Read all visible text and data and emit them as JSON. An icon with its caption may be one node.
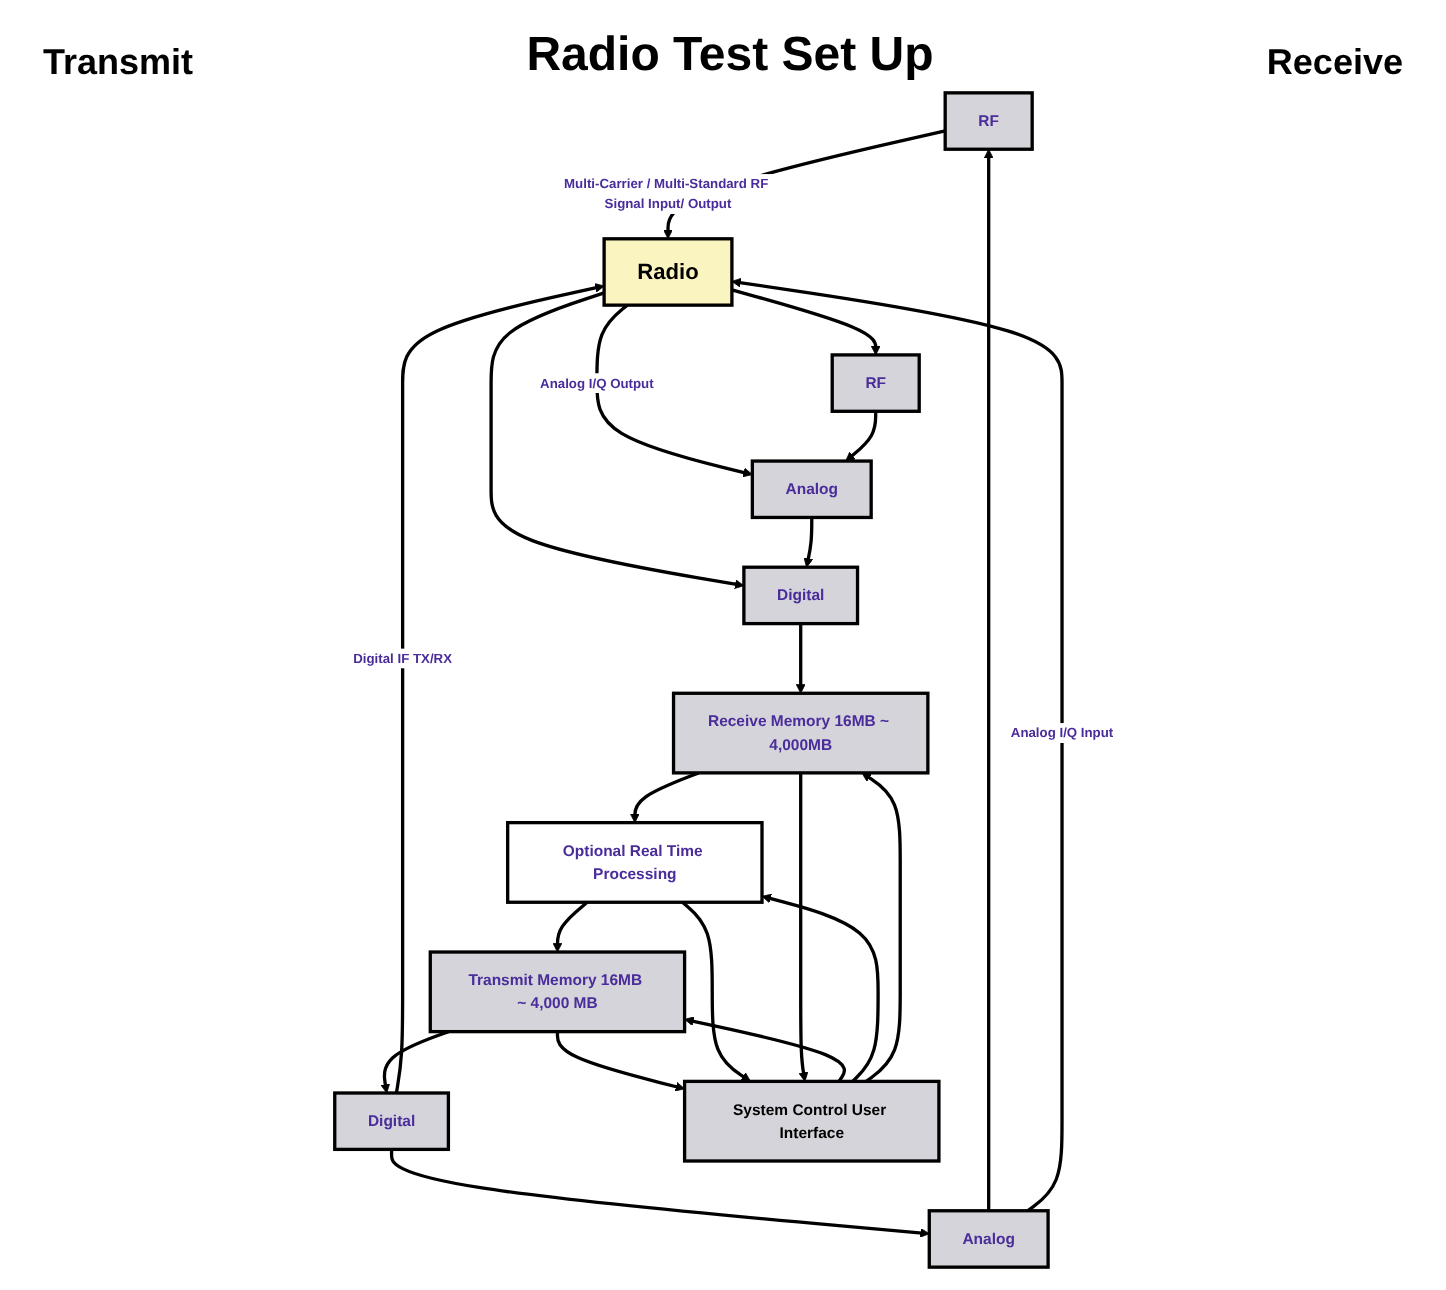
{
  "diagram": {
    "title": "Radio Test Set Up",
    "nodes": [
      {
        "text": [
          "RF"
        ]
      },
      {
        "text": [
          "Analog"
        ]
      },
      {
        "text": [
          "Digital"
        ]
      },
      {
        "text": [
          "Radio"
        ]
      },
      {
        "text": [
          "RF"
        ]
      },
      {
        "text": [
          "Analog"
        ]
      },
      {
        "text": [
          "Digital"
        ]
      },
      {
        "text": [
          "Transmit Memory 16MB ~ 4,000 MB"
        ]
      },
      {
        "text": [
          "Optional Real Time Processing"
        ]
      },
      {
        "text": [
          "Receive Memory 16MB ~ 4,000MB"
        ]
      },
      {
        "text": [
          "System Control User Interface"
        ]
      }
    ],
    "edges": [
      {
        "from": 1,
        "to": 0,
        "arrow": "to"
      },
      {
        "from": 2,
        "to": 1,
        "arrow": "to"
      },
      {
        "from": 7,
        "to": 2,
        "arrow": "to"
      },
      {
        "from": 0,
        "to": 3,
        "arrow": "to",
        "label": "Multi-Carrier / Multi-Standard RF Signal Input/ Output"
      },
      {
        "from": 1,
        "to": 3,
        "arrow": "to",
        "label": "Analog I/Q Input"
      },
      {
        "from": 2,
        "to": 3,
        "arrow": "to",
        "label": "Digital IF TX/RX"
      },
      {
        "from": 3,
        "to": 4,
        "arrow": "to"
      },
      {
        "from": 3,
        "to": 5,
        "arrow": "to",
        "label": "Analog I/Q Output"
      },
      {
        "from": 3,
        "to": 6,
        "arrow": "to"
      },
      {
        "from": 4,
        "to": 5,
        "arrow": "to"
      },
      {
        "from": 5,
        "to": 6,
        "arrow": "to"
      },
      {
        "from": 6,
        "to": 9,
        "arrow": "to"
      },
      {
        "from": 9,
        "to": 8,
        "arrow": "to"
      },
      {
        "from": 8,
        "to": 7,
        "arrow": "to"
      },
      {
        "from": 7,
        "to": 10,
        "arrow": "to"
      },
      {
        "from": 10,
        "to": 7,
        "arrow": "to"
      },
      {
        "from": 8,
        "to": 10,
        "arrow": "to"
      },
      {
        "from": 10,
        "to": 8,
        "arrow": "to"
      },
      {
        "from": 9,
        "to": 10,
        "arrow": "to"
      },
      {
        "from": 10,
        "to": 9,
        "arrow": "to"
      }
    ],
    "labels": [
      "Transmit",
      "Receive"
    ]
  }
}
